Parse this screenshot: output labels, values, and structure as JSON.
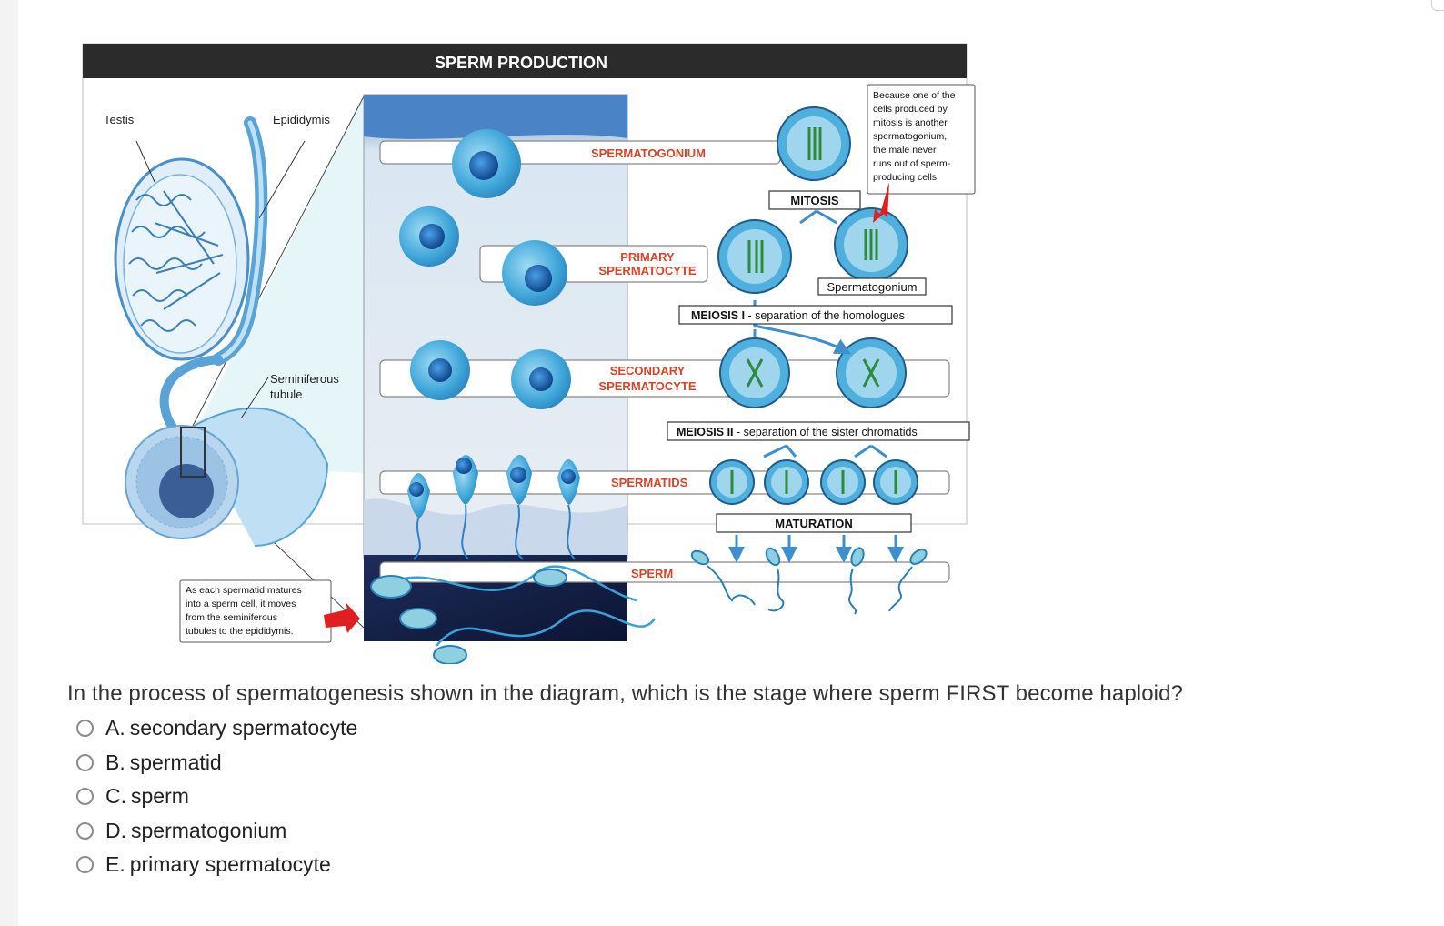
{
  "figure": {
    "title": "SPERM PRODUCTION",
    "labels": {
      "testis": "Testis",
      "epididymis": "Epididymis",
      "seminiferous_line1": "Seminiferous",
      "seminiferous_line2": "tubule",
      "spermatogonium_stage": "SPERMATOGONIUM",
      "primary_line1": "PRIMARY",
      "primary_line2": "SPERMATOCYTE",
      "secondary_line1": "SECONDARY",
      "secondary_line2": "SPERMATOCYTE",
      "spermatids": "SPERMATIDS",
      "sperm": "SPERM",
      "mitosis": "MITOSIS",
      "spermatogonium_box": "Spermatogonium",
      "meiosis1_bold": "MEIOSIS I",
      "meiosis1_rest": " - separation of the homologues",
      "meiosis2_bold": "MEIOSIS II",
      "meiosis2_rest": " - separation of the sister chromatids",
      "maturation": "MATURATION"
    },
    "callout_top": [
      "Because one of the",
      "cells produced by",
      "mitosis is another",
      "spermatogonium,",
      "the male never",
      "runs out of sperm-",
      "producing cells."
    ],
    "callout_bottom": [
      "As each spermatid matures",
      "into a sperm cell, it moves",
      "from the seminiferous",
      "tubules to the epididymis."
    ]
  },
  "question": {
    "text": "In the process of spermatogenesis shown in the diagram, which is the stage where sperm FIRST become haploid?",
    "options": [
      {
        "letter": "A.",
        "text": "secondary spermatocyte"
      },
      {
        "letter": "B.",
        "text": "spermatid"
      },
      {
        "letter": "C.",
        "text": "sperm"
      },
      {
        "letter": "D.",
        "text": "spermatogonium"
      },
      {
        "letter": "E.",
        "text": "primary spermatocyte"
      }
    ]
  },
  "colors": {
    "title_bar": "#2b2b2b",
    "stage_label": "#d4452a",
    "cell_blue": "#3fa6d9",
    "nucleus": "#1a63b0",
    "arrow_red": "#e02020"
  }
}
